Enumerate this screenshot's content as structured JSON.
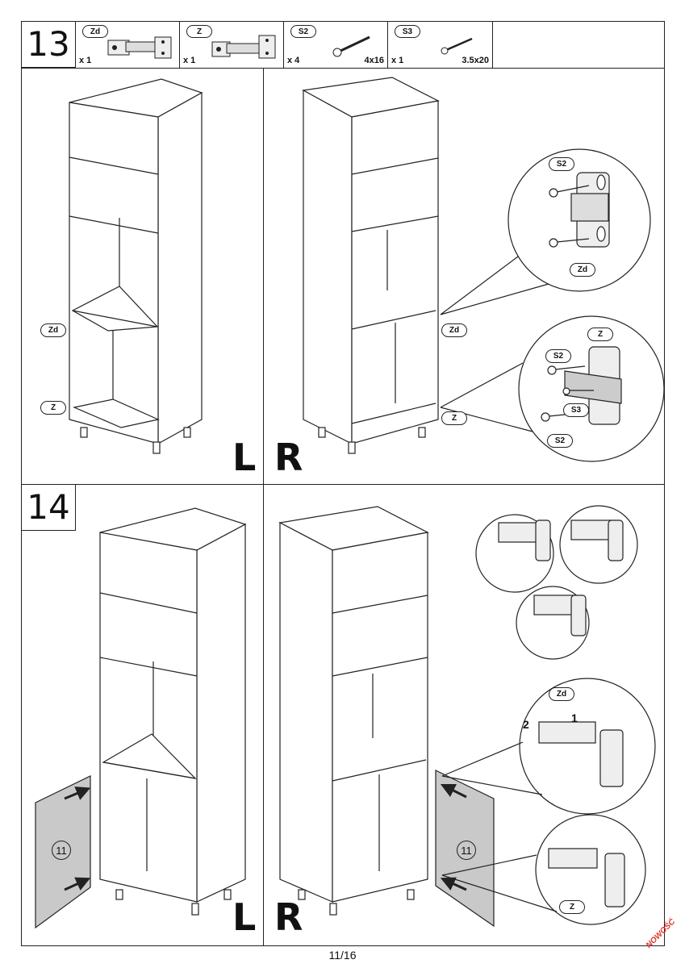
{
  "step13": {
    "number": "13",
    "parts": [
      {
        "code": "Zd",
        "qty": "x 1",
        "size": ""
      },
      {
        "code": "Z",
        "qty": "x 1",
        "size": ""
      },
      {
        "code": "S2",
        "qty": "x 4",
        "size": "4x16"
      },
      {
        "code": "S3",
        "qty": "x 1",
        "size": "3.5x20"
      }
    ],
    "left_panel": {
      "side": "L",
      "hinge_labels": [
        "Zd",
        "Z"
      ]
    },
    "right_panel": {
      "side": "R",
      "hinge_labels": [
        "Zd",
        "Z"
      ]
    },
    "detail_top": {
      "screw": "S2",
      "hinge": "Zd"
    },
    "detail_bottom": {
      "hinge": "Z",
      "screw_a": "S2",
      "screw_b": "S3",
      "screw_c": "S2"
    }
  },
  "step14": {
    "number": "14",
    "left_panel": {
      "side": "L",
      "door_number": "11"
    },
    "right_panel": {
      "side": "R",
      "door_number": "11"
    },
    "detail_zd": {
      "hinge": "Zd",
      "arrow1": "1",
      "arrow2": "2"
    },
    "detail_z": {
      "hinge": "Z"
    }
  },
  "footer": {
    "page": "11/16",
    "badge": "NOWOŚĆ"
  },
  "colors": {
    "line": "#222222",
    "door": "#c9c9c9",
    "badge": "#e0342a"
  }
}
